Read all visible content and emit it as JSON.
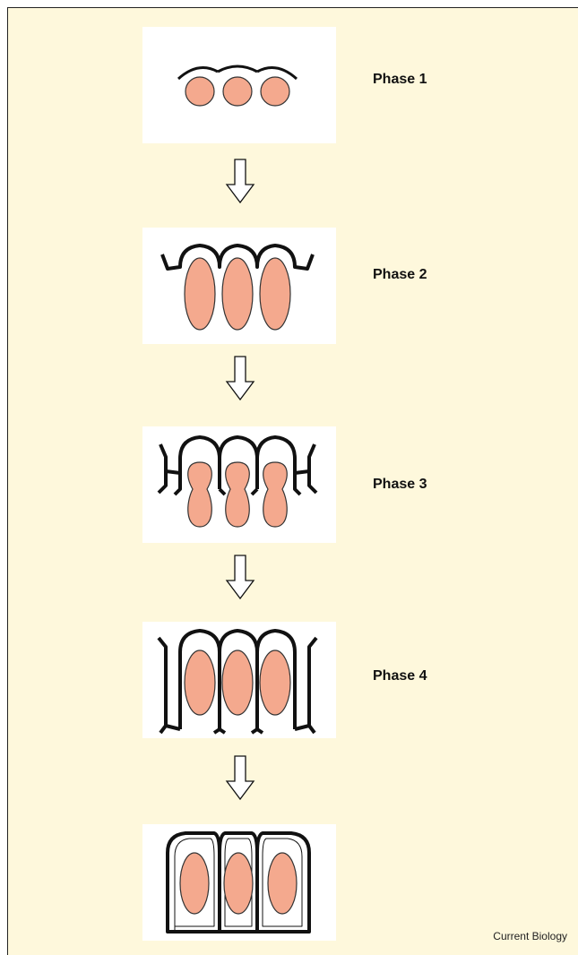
{
  "phases": [
    {
      "label": "Phase 1"
    },
    {
      "label": "Phase 2"
    },
    {
      "label": "Phase 3"
    },
    {
      "label": "Phase 4"
    }
  ],
  "credit": "Current Biology",
  "colors": {
    "background": "#fef8dc",
    "card": "#ffffff",
    "nucleus_fill": "#f4a98e",
    "nucleus_stroke": "#222222",
    "cell_outline": "#111111"
  }
}
